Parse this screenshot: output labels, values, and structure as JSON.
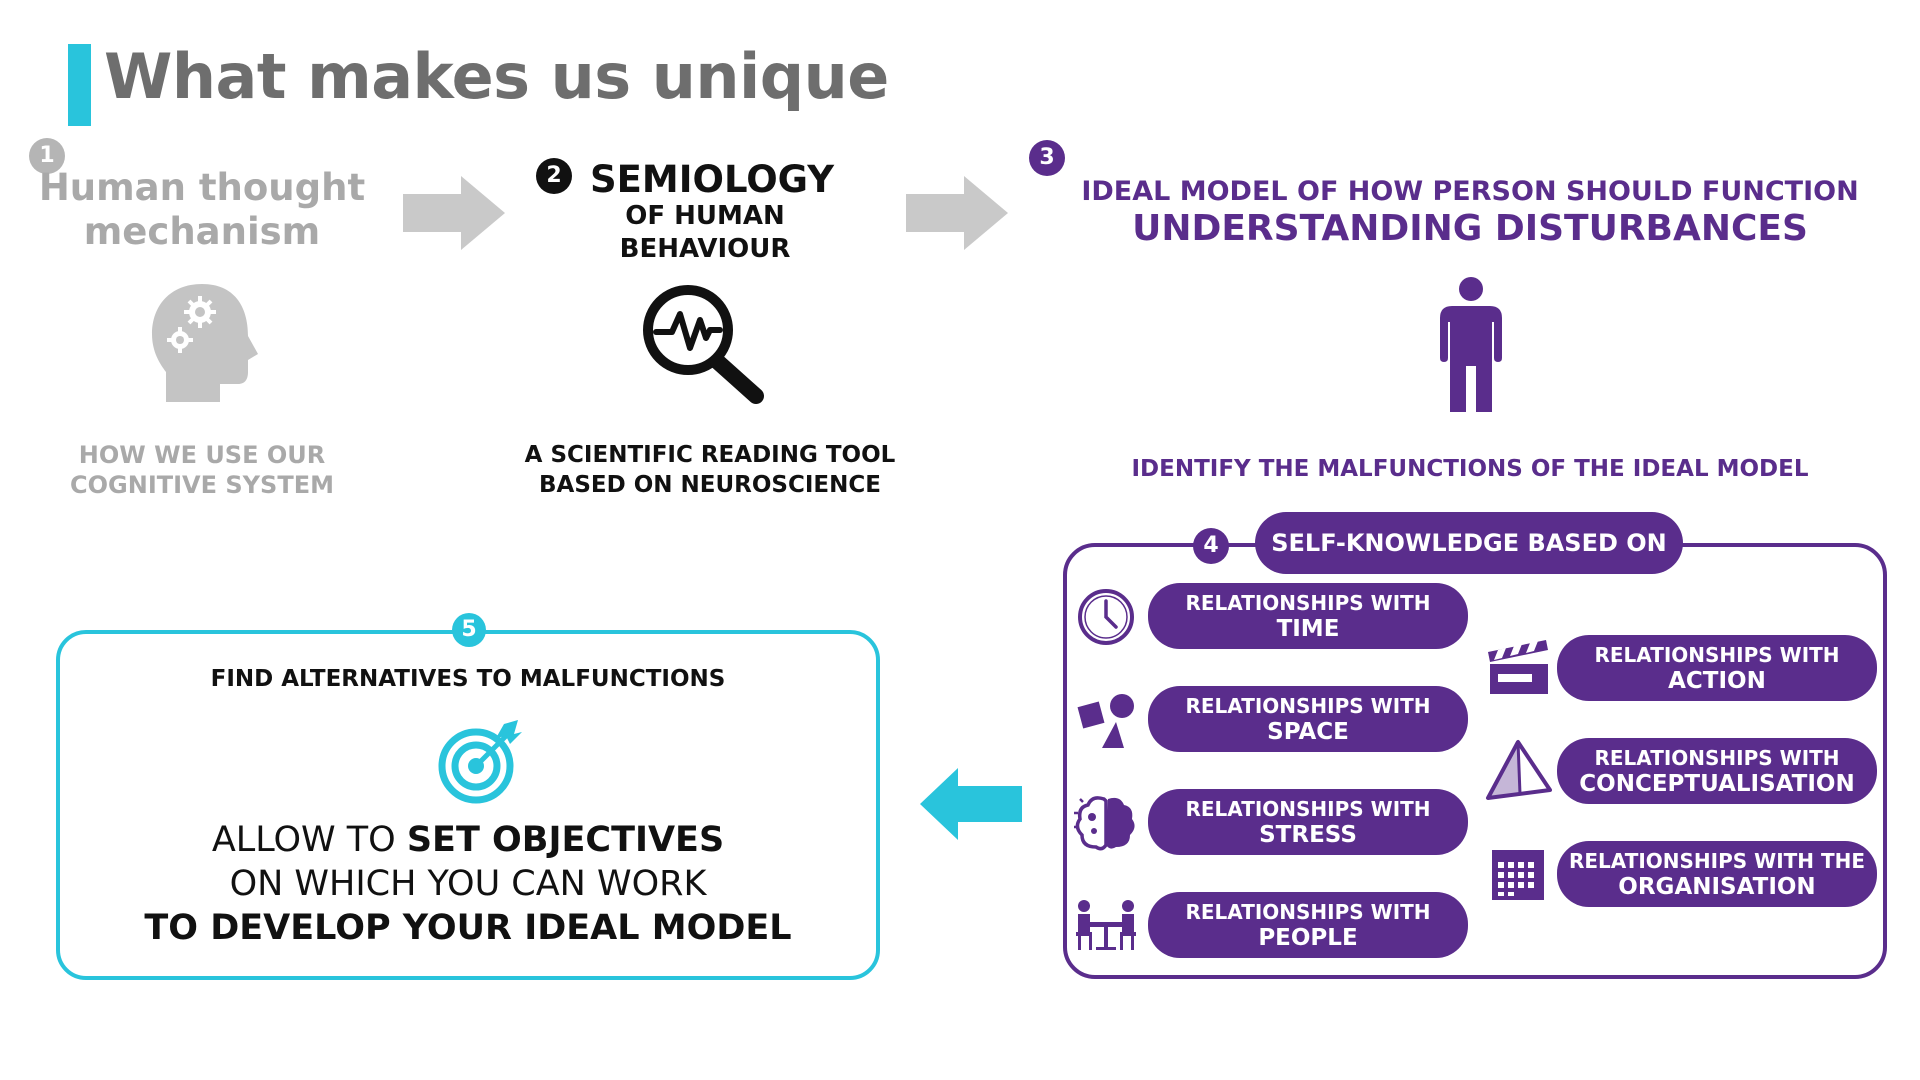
{
  "header": {
    "title": "What makes us unique"
  },
  "step1": {
    "number": "1",
    "title_line1": "Human thought",
    "title_line2": "mechanism",
    "desc_line1": "HOW WE USE OUR",
    "desc_line2": "COGNITIVE SYSTEM",
    "icon": "head-gears-icon"
  },
  "step2": {
    "number": "2",
    "title": "SEMIOLOGY",
    "sub_line1": "OF HUMAN",
    "sub_line2": "BEHAVIOUR",
    "desc_line1": "A SCIENTIFIC READING TOOL",
    "desc_line2": "BASED ON NEUROSCIENCE",
    "icon": "magnifier-pulse-icon"
  },
  "step3": {
    "number": "3",
    "line1": "IDEAL MODEL OF HOW PERSON SHOULD FUNCTION",
    "line2": "UNDERSTANDING DISTURBANCES",
    "identify": "IDENTIFY THE MALFUNCTIONS OF THE IDEAL MODEL",
    "icon": "person-icon"
  },
  "step4": {
    "number": "4",
    "heading": "SELF-KNOWLEDGE BASED ON",
    "left": [
      {
        "l1": "RELATIONSHIPS WITH",
        "l2": "TIME",
        "icon": "clock-icon"
      },
      {
        "l1": "RELATIONSHIPS WITH",
        "l2": "SPACE",
        "icon": "shapes-icon"
      },
      {
        "l1": "RELATIONSHIPS WITH",
        "l2": "STRESS",
        "icon": "brain-icon"
      },
      {
        "l1": "RELATIONSHIPS WITH",
        "l2": "PEOPLE",
        "icon": "meeting-icon"
      }
    ],
    "right": [
      {
        "l1": "RELATIONSHIPS WITH",
        "l2": "ACTION",
        "icon": "clapperboard-icon"
      },
      {
        "l1": "RELATIONSHIPS WITH",
        "l2": "CONCEPTUALISATION",
        "icon": "pyramid-icon"
      },
      {
        "l1": "RELATIONSHIPS WITH THE",
        "l2": "ORGANISATION",
        "icon": "calendar-icon"
      }
    ]
  },
  "step5": {
    "number": "5",
    "title": "FIND ALTERNATIVES TO MALFUNCTIONS",
    "line1_plain": "ALLOW TO ",
    "line1_bold": "SET OBJECTIVES",
    "line2": "ON WHICH YOU CAN WORK",
    "line3": "TO DEVELOP YOUR IDEAL MODEL",
    "icon": "target-icon"
  },
  "colors": {
    "accent_cyan": "#29c4dc",
    "purple": "#5a2d8c",
    "grey": "#a9a9a9",
    "title_grey": "#6e6e6e"
  }
}
